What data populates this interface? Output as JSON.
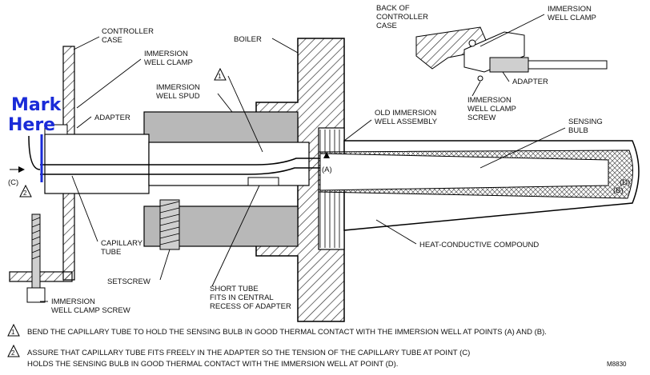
{
  "annotation": {
    "mark_line1": "Mark",
    "mark_line2": "Here"
  },
  "flags": {
    "one": "1",
    "two": "2"
  },
  "labels": {
    "controller_case_1": "CONTROLLER",
    "controller_case_2": "CASE",
    "well_clamp_1": "IMMERSION",
    "well_clamp_2": "WELL CLAMP",
    "boiler": "BOILER",
    "spud_1": "IMMERSION",
    "spud_2": "WELL SPUD",
    "adapter": "ADAPTER",
    "old_well_1": "OLD IMMERSION",
    "old_well_2": "WELL ASSEMBLY",
    "sensing_1": "SENSING",
    "sensing_2": "BULB",
    "point_a": "(A)",
    "point_b": "(B)",
    "point_c": "(C)",
    "point_d": "(D)",
    "capillary_1": "CAPILLARY",
    "capillary_2": "TUBE",
    "setscrew": "SETSCREW",
    "short_tube_1": "SHORT TUBE",
    "short_tube_2": "FITS IN CENTRAL",
    "short_tube_3": "RECESS OF ADAPTER",
    "compound": "HEAT-CONDUCTIVE COMPOUND",
    "clamp_screw_1": "IMMERSION",
    "clamp_screw_2": "WELL CLAMP SCREW",
    "back_case_1": "BACK OF",
    "back_case_2": "CONTROLLER",
    "back_case_3": "CASE",
    "inset_clamp_1": "IMMERSION",
    "inset_clamp_2": "WELL CLAMP",
    "inset_adapter": "ADAPTER",
    "inset_screw_1": "IMMERSION",
    "inset_screw_2": "WELL CLAMP",
    "inset_screw_3": "SCREW"
  },
  "notes": {
    "one": "BEND THE CAPILLARY TUBE TO HOLD THE SENSING BULB IN GOOD THERMAL CONTACT WITH THE IMMERSION WELL AT POINTS (A) AND (B).",
    "two_line1": "ASSURE THAT CAPILLARY TUBE FITS FREELY IN THE ADAPTER SO THE TENSION OF THE CAPILLARY TUBE AT POINT (C)",
    "two_line2": "HOLDS THE SENSING BULB IN GOOD THERMAL CONTACT WITH THE IMMERSION WELL AT POINT (D).",
    "code": "M8830"
  },
  "colors": {
    "annotation": "#1a2bd8",
    "spud_fill": "#b8b8b8"
  }
}
